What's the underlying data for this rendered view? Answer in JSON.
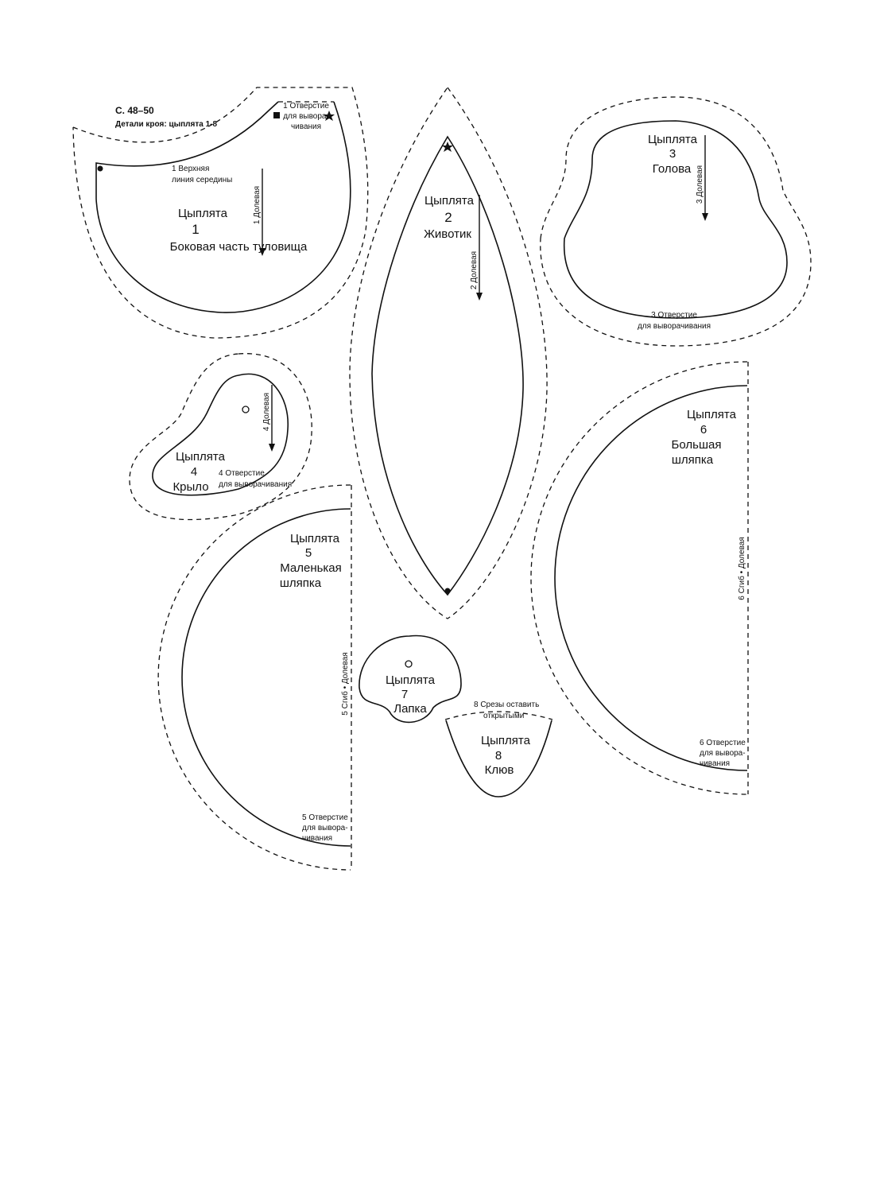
{
  "header": {
    "pages": "С. 48–50",
    "subtitle": "Детали кроя: цыплята 1-8"
  },
  "pieces": [
    {
      "title": "Цыплята",
      "number": "1",
      "name": "Боковая часть туловища",
      "notes": {
        "top_line_1": "1 Верхняя",
        "top_line_2": "линия середины",
        "grain": "1 Долевая",
        "opening_1": "1 Отверстие",
        "opening_2": "для вывора-",
        "opening_3": "чивания"
      }
    },
    {
      "title": "Цыплята",
      "number": "2",
      "name": "Животик",
      "notes": {
        "grain": "2 Долевая"
      }
    },
    {
      "title": "Цыплята",
      "number": "3",
      "name": "Голова",
      "notes": {
        "grain": "3 Долевая",
        "opening_1": "3  Отверстие",
        "opening_2": "для выворачивания"
      }
    },
    {
      "title": "Цыплята",
      "number": "4",
      "name": "Крыло",
      "notes": {
        "grain": "4 Долевая",
        "opening_1": "4  Отверстие",
        "opening_2": "для выворачивания"
      }
    },
    {
      "title": "Цыплята",
      "number": "5",
      "name_1": "Маленькая",
      "name_2": "шляпка",
      "notes": {
        "fold": "5 Сгиб • Долевая",
        "opening_1": "5  Отверстие",
        "opening_2": "для вывора-",
        "opening_3": "чивания"
      }
    },
    {
      "title": "Цыплята",
      "number": "6",
      "name_1": "Большая",
      "name_2": "шляпка",
      "notes": {
        "fold": "6 Сгиб • Долевая",
        "opening_1": "6  Отверстие",
        "opening_2": "для вывора-",
        "opening_3": "чивания"
      }
    },
    {
      "title": "Цыплята",
      "number": "7",
      "name": "Лапка"
    },
    {
      "title": "Цыплята",
      "number": "8",
      "name": "Клюв",
      "notes": {
        "open_1": "8  Срезы оставить",
        "open_2": "открытыми"
      }
    }
  ]
}
